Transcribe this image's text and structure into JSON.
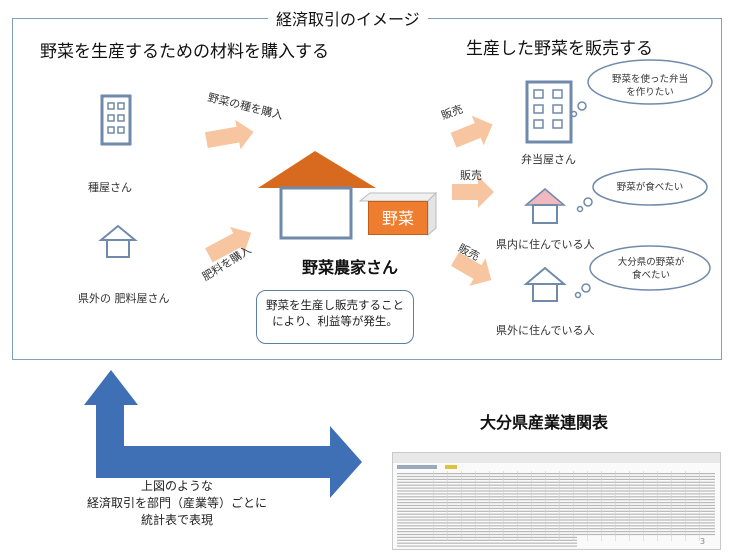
{
  "frame_title": "経済取引のイメージ",
  "left_heading": "野菜を生産するための材料を購入する",
  "right_heading": "生産した野菜を販売する",
  "seed_shop_label": "種屋さん",
  "fertilizer_shop_label": "県外の 肥料屋さん",
  "buy_seeds_label": "野菜の種を購入",
  "buy_fertilizer_label": "肥料を購入",
  "farm_label": "野菜農家さん",
  "vegetable_box_label": "野菜",
  "callout_text": "野菜を生産し販売することにより、利益等が発生。",
  "sell_labels": [
    "販売",
    "販売",
    "販売"
  ],
  "customers": [
    {
      "label": "弁当屋さん",
      "thought": "野菜を使った弁当を作りたい"
    },
    {
      "label": "県内に住んでいる人",
      "thought": "野菜が食べたい"
    },
    {
      "label": "県外に住んでいる人",
      "thought": "大分県の野菜が食べたい"
    }
  ],
  "table_title": "大分県産業連関表",
  "caption_lines": [
    "上図のような",
    "経済取引を部門（産業等）ごとに",
    "統計表で表現"
  ],
  "page_number": "3",
  "colors": {
    "frame": "#7f9fbf",
    "building": "#6f8aaa",
    "roof_orange": "#d86a20",
    "vegetable_box": "#ee7d2f",
    "peach_arrow": "#f7c6a0",
    "pink_roof": "#f2b8c0",
    "blue_arrow": "#3f6fb5"
  }
}
